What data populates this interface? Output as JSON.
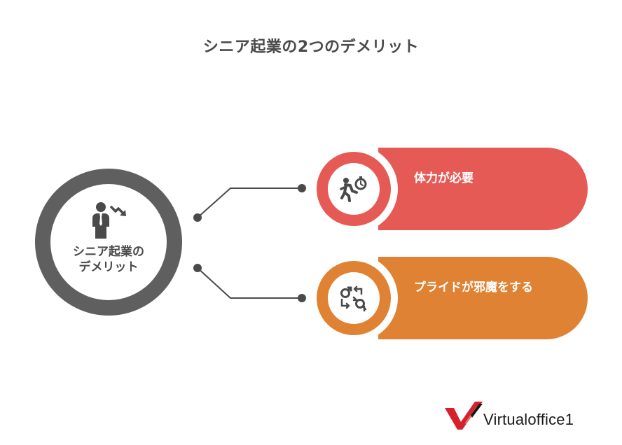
{
  "title": "シニア起業の2つのデメリット",
  "center": {
    "label_line1": "シニア起業の",
    "label_line2": "デメリット",
    "icon": "businessman-declining-icon"
  },
  "items": [
    {
      "label": "体力が必要",
      "icon": "runner-stopwatch-icon",
      "color": "#e65a56"
    },
    {
      "label": "プライドが邪魔をする",
      "icon": "gender-swap-icon",
      "color": "#df8233"
    }
  ],
  "colors": {
    "center_ring": "#5f5f5f",
    "title": "#4a4a4a",
    "connector": "#4a4a4a"
  },
  "logo": {
    "text": "Virtualoffice1",
    "icon": "v-check-logo-icon"
  }
}
